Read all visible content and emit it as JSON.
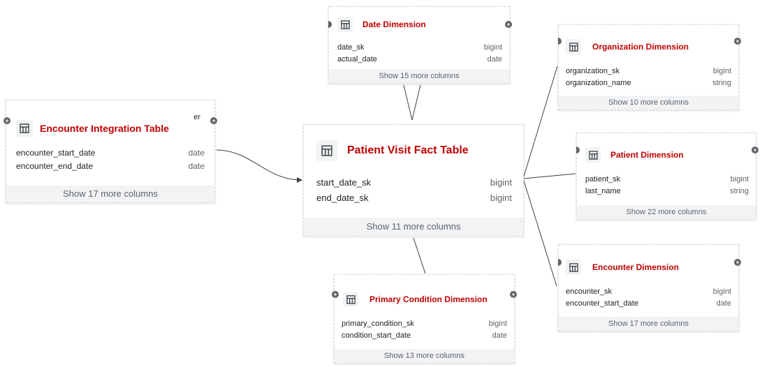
{
  "nodes": {
    "encounter_integration": {
      "title": "Encounter Integration Table",
      "partial_label": "er",
      "columns": [
        {
          "name": "encounter_start_date",
          "type": "date"
        },
        {
          "name": "encounter_end_date",
          "type": "date"
        }
      ],
      "more": "Show 17 more columns"
    },
    "fact": {
      "title": "Patient Visit Fact Table",
      "columns": [
        {
          "name": "start_date_sk",
          "type": "bigint"
        },
        {
          "name": "end_date_sk",
          "type": "bigint"
        }
      ],
      "more": "Show 11 more columns"
    },
    "date_dim": {
      "title": "Date Dimension",
      "columns": [
        {
          "name": "date_sk",
          "type": "bigint"
        },
        {
          "name": "actual_date",
          "type": "date"
        }
      ],
      "more": "Show 15 more columns"
    },
    "org_dim": {
      "title": "Organization Dimension",
      "columns": [
        {
          "name": "organization_sk",
          "type": "bigint"
        },
        {
          "name": "organization_name",
          "type": "string"
        }
      ],
      "more": "Show 10 more columns"
    },
    "patient_dim": {
      "title": "Patient Dimension",
      "columns": [
        {
          "name": "patient_sk",
          "type": "bigint"
        },
        {
          "name": "last_name",
          "type": "string"
        }
      ],
      "more": "Show 22 more columns"
    },
    "encounter_dim": {
      "title": "Encounter Dimension",
      "columns": [
        {
          "name": "encounter_sk",
          "type": "bigint"
        },
        {
          "name": "encounter_start_date",
          "type": "date"
        }
      ],
      "more": "Show 17 more columns"
    },
    "primary_condition_dim": {
      "title": "Primary Condition Dimension",
      "columns": [
        {
          "name": "primary_condition_sk",
          "type": "bigint"
        },
        {
          "name": "condition_start_date",
          "type": "date"
        }
      ],
      "more": "Show 13 more columns"
    }
  },
  "icons": {
    "table": "table-icon",
    "port_add": "+"
  },
  "colors": {
    "title": "#c00000",
    "port": "#5f6368",
    "edge": "#3c4043",
    "footer_bg": "#f1f3f4"
  }
}
